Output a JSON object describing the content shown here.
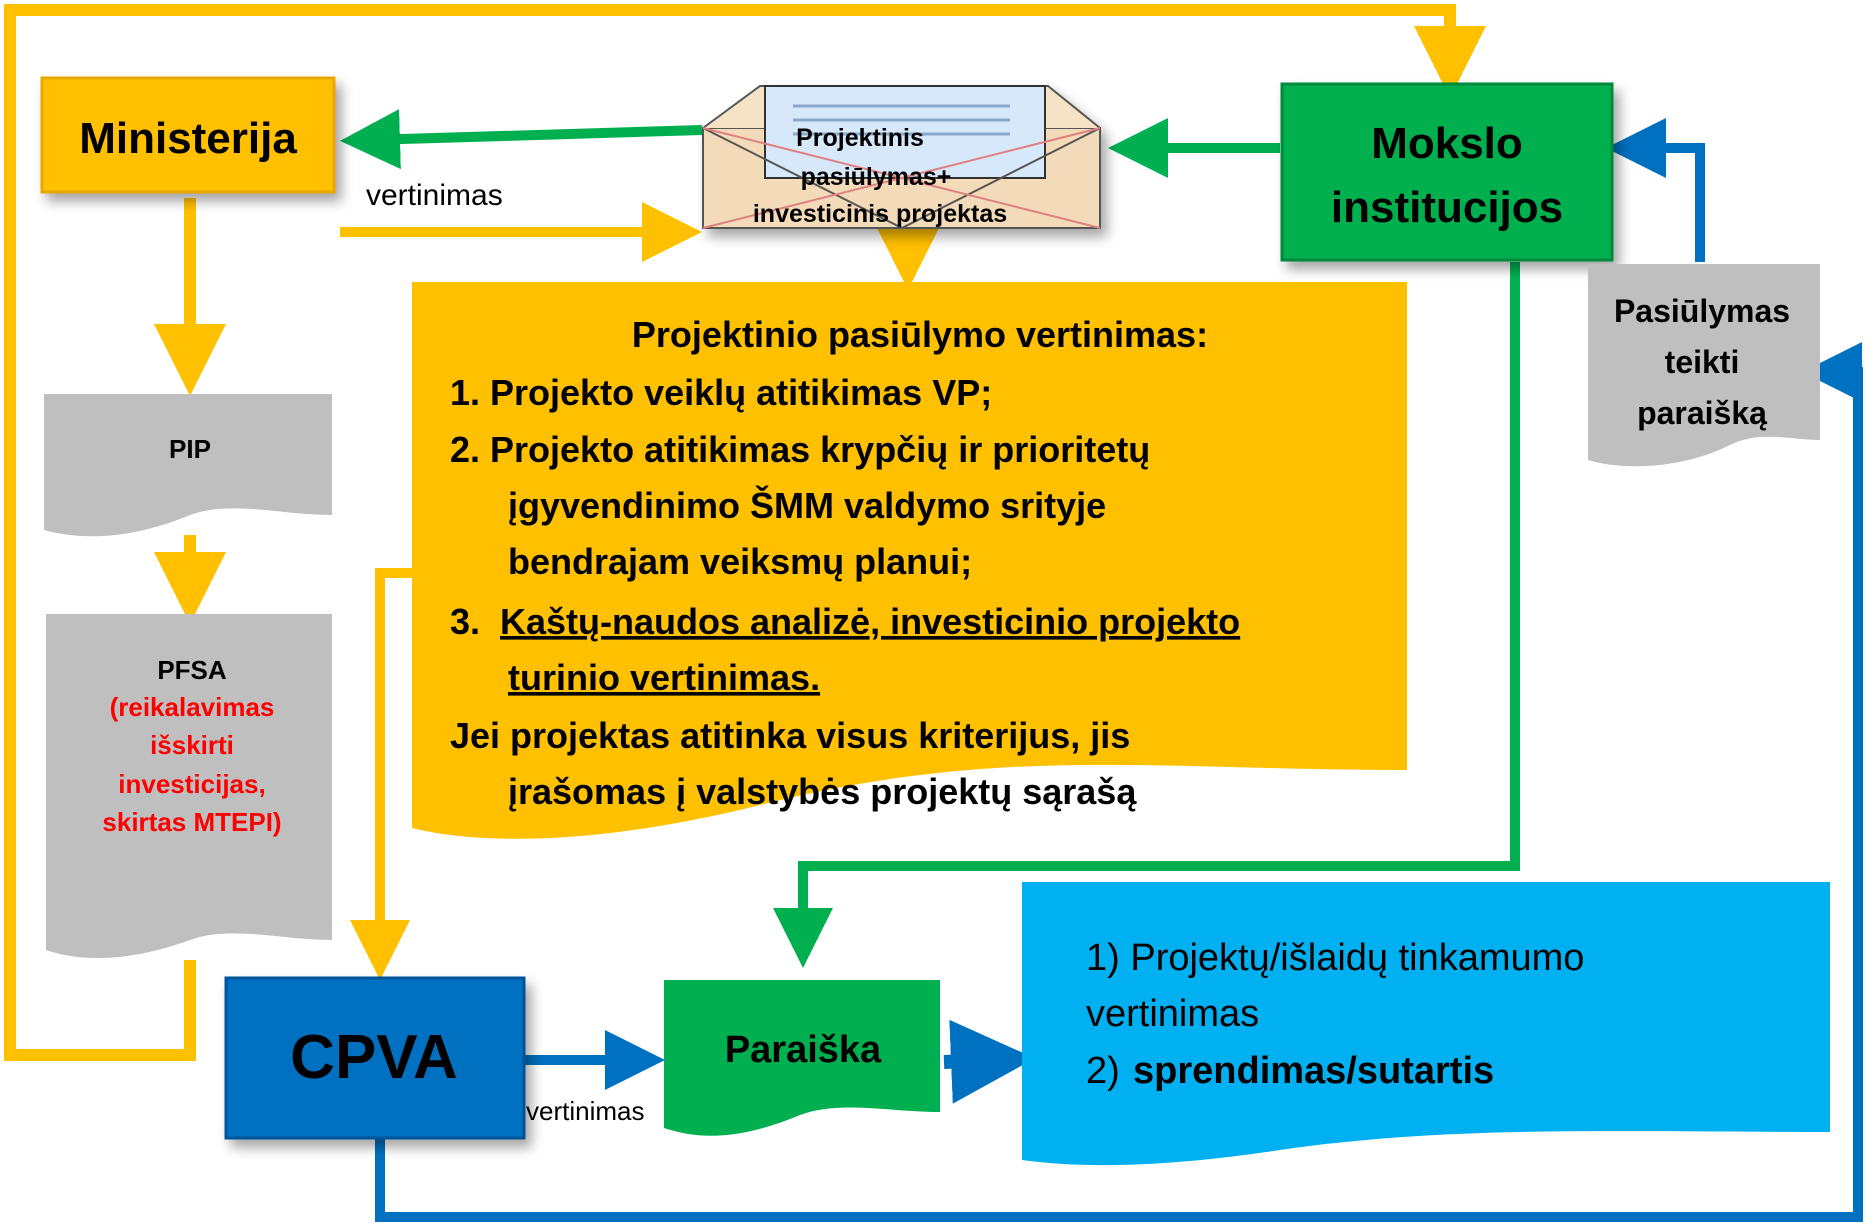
{
  "colors": {
    "yellow": "#FFC000",
    "yellow_dark": "#E8A800",
    "green": "#00B050",
    "green_dark": "#008A3A",
    "blue_arrow": "#0070C0",
    "blue_box": "#0070C0",
    "light_blue": "#00B0F0",
    "gray": "#BFBFBF",
    "red_text": "#FF0000",
    "envelope": "#F3DAB8"
  },
  "nodes": {
    "ministerija": "Ministerija",
    "mokslo": [
      "Mokslo",
      "institucijos"
    ],
    "envelope": [
      "Projektinis",
      "pasiūlymas+",
      "investicinis projektas"
    ],
    "pip": "PIP",
    "pfsa": {
      "title": "PFSA",
      "note": [
        "(reikalavimas",
        "išskirti",
        "investicijas,",
        "skirtas MTEPI)"
      ]
    },
    "pasiulymas": [
      "Pasiūlymas",
      "teikti",
      "paraišką"
    ],
    "cpva": "CPVA",
    "paraiska": "Paraiška"
  },
  "labels": {
    "vertinimas_top": "vertinimas",
    "vertinimas_bottom": "vertinimas"
  },
  "evaluation": {
    "title": "Projektinio pasiūlymo vertinimas:",
    "item1": "1. Projekto veiklų atitikimas VP;",
    "item2": [
      "2. Projekto atitikimas krypčių ir prioritetų",
      "įgyvendinimo ŠMM valdymo srityje",
      "bendrajam veiksmų planui;"
    ],
    "item3_prefix": "3. ",
    "item3": [
      "Kaštų-naudos analizė, investicinio projekto",
      "turinio vertinimas."
    ],
    "conclusion": [
      "Jei projektas atitinka visus kriterijus, jis",
      "įrašomas į valstybės projektų sąrašą"
    ]
  },
  "result": {
    "line1": "1) Projektų/išlaidų tinkamumo",
    "line2": "vertinimas",
    "line3_prefix": "2) ",
    "line3_bold": "sprendimas/sutartis"
  }
}
